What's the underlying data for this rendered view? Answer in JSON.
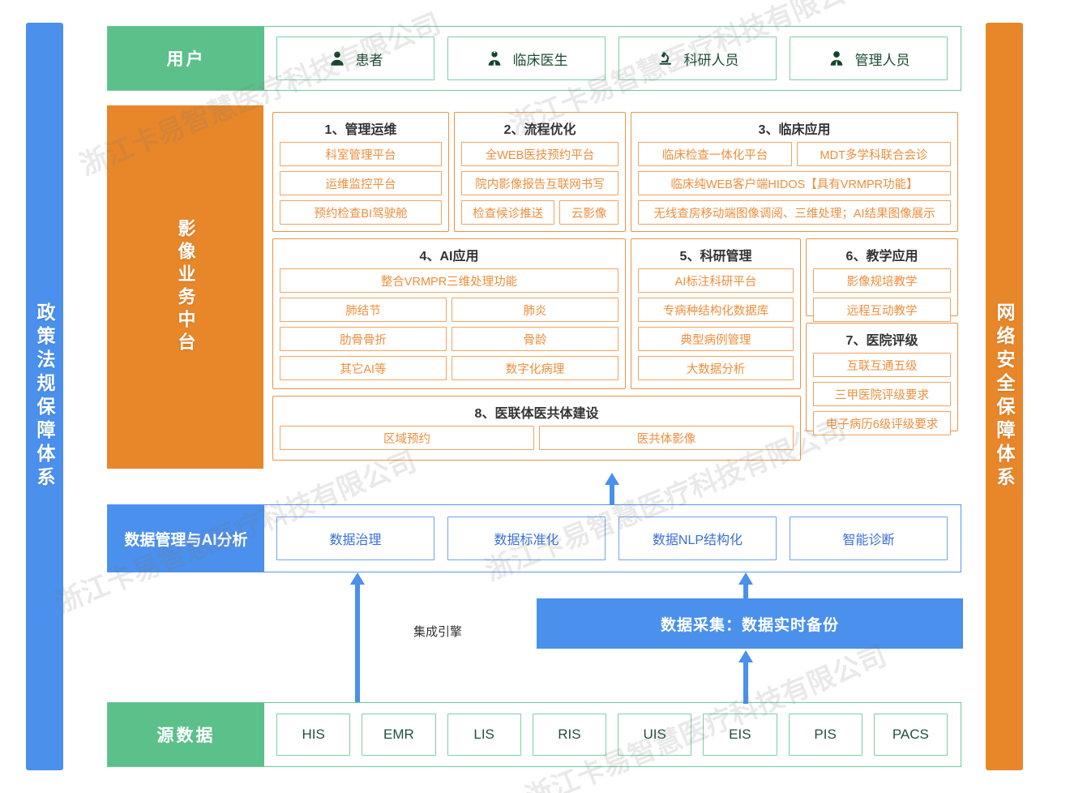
{
  "left_bar": {
    "label": "政策法规保障体系",
    "color": "#4a90ec"
  },
  "right_bar": {
    "label": "网络安全保障体系",
    "color": "#e8862a"
  },
  "user_row": {
    "label": "用户",
    "color": "#5bc08a",
    "items": [
      {
        "label": "患者",
        "icon": "user-icon"
      },
      {
        "label": "临床医生",
        "icon": "doctor-icon"
      },
      {
        "label": "科研人员",
        "icon": "microscope-icon"
      },
      {
        "label": "管理人员",
        "icon": "manager-icon"
      }
    ]
  },
  "platform": {
    "label": "影像业务中台",
    "color": "#e8862a",
    "groups": [
      {
        "title": "1、管理运维",
        "items": [
          "科室管理平台",
          "运维监控平台",
          "预约检查BI驾驶舱"
        ]
      },
      {
        "title": "2、流程优化",
        "items": [
          "全WEB医技预约平台",
          "院内影像报告互联网书写",
          "检查候诊推送",
          "云影像"
        ]
      },
      {
        "title": "3、临床应用",
        "items": [
          "临床检查一体化平台",
          "MDT多学科联合会诊",
          "临床纯WEB客户端HIDOS【具有VRMPR功能】",
          "无线查房移动端图像调阅、三维处理；AI结果图像展示"
        ]
      },
      {
        "title": "4、AI应用",
        "items": [
          "整合VRMPR三维处理功能",
          "肺结节",
          "肺炎",
          "肋骨骨折",
          "骨龄",
          "其它AI等",
          "数字化病理"
        ]
      },
      {
        "title": "5、科研管理",
        "items": [
          "AI标注科研平台",
          "专病种结构化数据库",
          "典型病例管理",
          "大数据分析"
        ]
      },
      {
        "title": "6、教学应用",
        "items": [
          "影像规培教学",
          "远程互动教学"
        ]
      },
      {
        "title": "7、医院评级",
        "items": [
          "互联互通五级",
          "三甲医院评级要求",
          "电子病历6级评级要求"
        ]
      },
      {
        "title": "8、医联体医共体建设",
        "items": [
          "区域预约",
          "医共体影像"
        ]
      }
    ]
  },
  "data_row": {
    "label": "数据管理与AI分析",
    "color": "#4a90ec",
    "items": [
      "数据治理",
      "数据标准化",
      "数据NLP结构化",
      "智能诊断"
    ]
  },
  "middle": {
    "collect_bar": "数据采集：数据实时备份",
    "integration_label": "集成引擎",
    "arrow_color": "#4a90ec"
  },
  "source_row": {
    "label": "源数据",
    "color": "#5bc08a",
    "items": [
      "HIS",
      "EMR",
      "LIS",
      "RIS",
      "UIS",
      "EIS",
      "PIS",
      "PACS"
    ]
  },
  "watermark": {
    "text": "浙江卡易智慧医疗科技有限公司"
  }
}
